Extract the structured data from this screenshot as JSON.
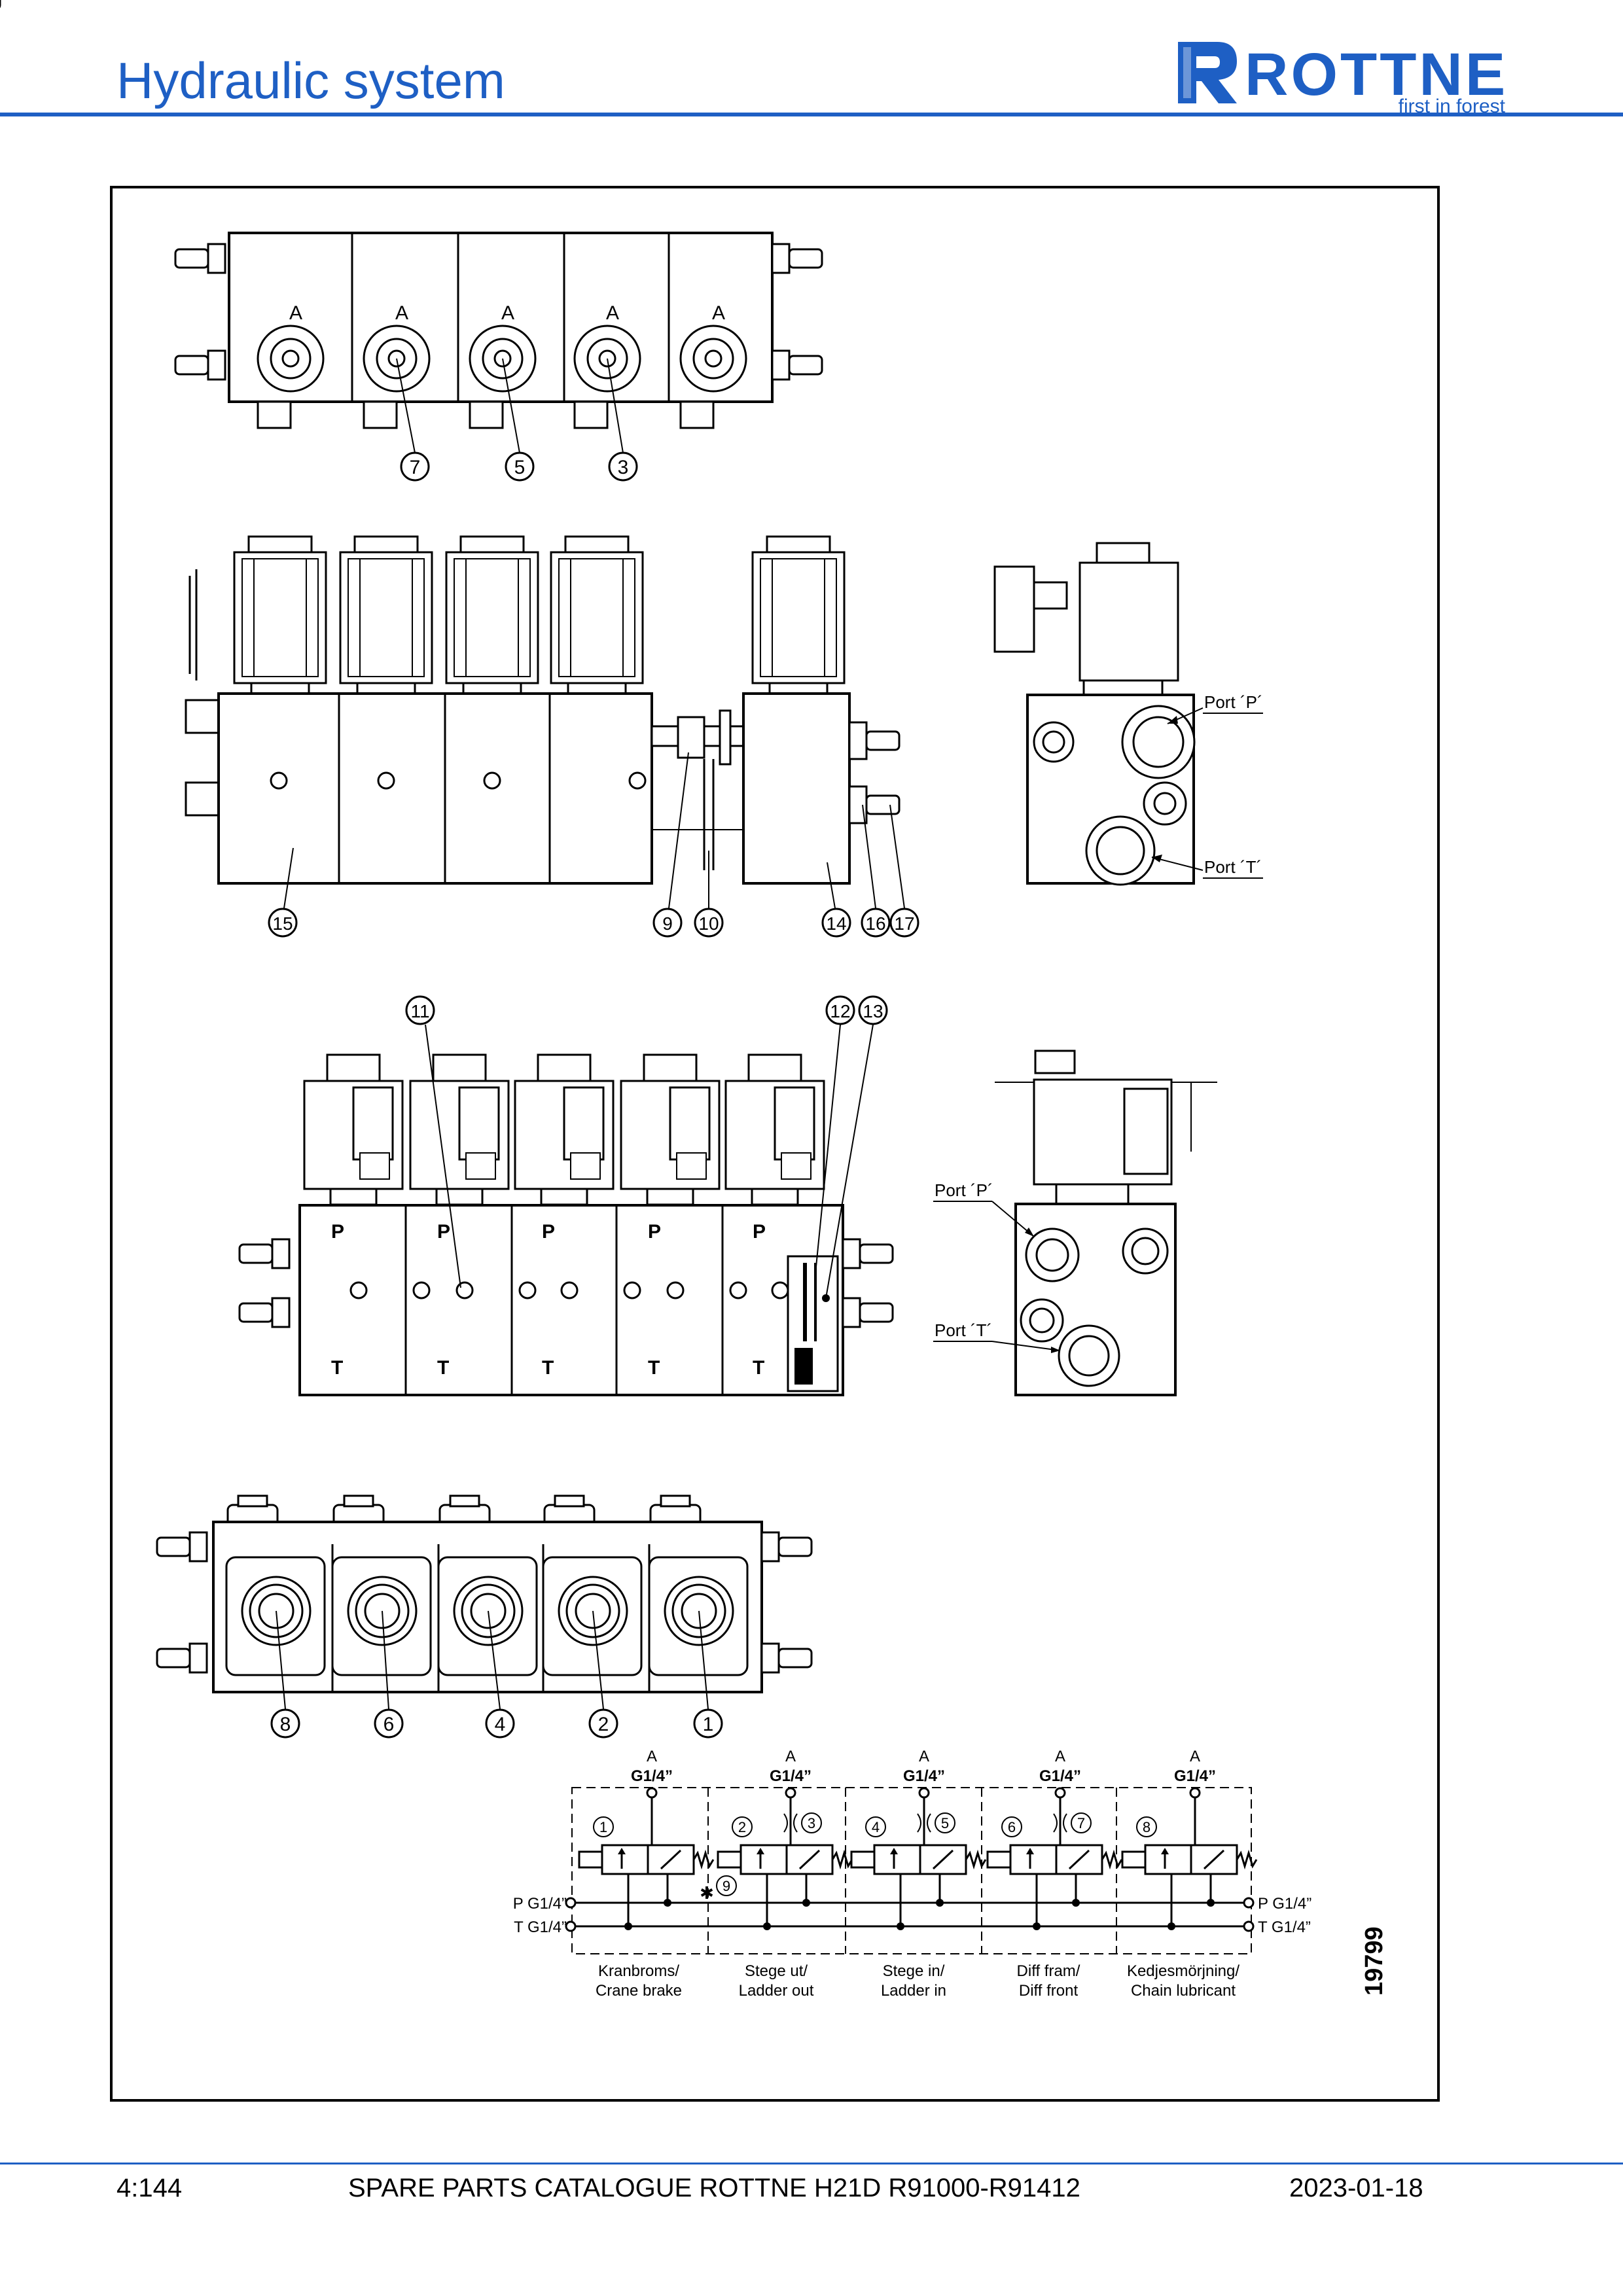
{
  "header": {
    "title": "Hydraulic system"
  },
  "logo": {
    "text": "ROTTNE",
    "tagline": "first in forest"
  },
  "drawing": {
    "top_view_port_label": "A",
    "callouts_top": [
      "7",
      "5",
      "3"
    ],
    "callouts_side": [
      "15",
      "9",
      "10",
      "14",
      "16",
      "17"
    ],
    "callouts_front": [
      "11",
      "12",
      "13"
    ],
    "callouts_bottom": [
      "8",
      "6",
      "4",
      "2",
      "1"
    ],
    "port_p": "Port ´P´",
    "port_t": "Port ´T´",
    "section_p": "P",
    "section_t": "T",
    "schematic": {
      "outlet_label": "A",
      "outlet_size": "G1/4”",
      "supply_p": "P G1/4”",
      "supply_t": "T G1/4”",
      "functions": [
        {
          "line1": "Kranbroms/",
          "line2": "Crane brake",
          "num": "1",
          "throttle": ""
        },
        {
          "line1": "Stege ut/",
          "line2": "Ladder out",
          "num": "2",
          "throttle": "3"
        },
        {
          "line1": "Stege in/",
          "line2": "Ladder in",
          "num": "4",
          "throttle": "5"
        },
        {
          "line1": "Diff fram/",
          "line2": "Diff front",
          "num": "6",
          "throttle": "7"
        },
        {
          "line1": "Kedjesmörjning/",
          "line2": "Chain lubricant",
          "num": "8",
          "throttle": ""
        }
      ],
      "check_valve_num": "9"
    },
    "drawing_number": "19799"
  },
  "footer": {
    "page": "4:144",
    "catalogue": "SPARE PARTS CATALOGUE ROTTNE H21D R91000-R91412",
    "date": "2023-01-18"
  },
  "colors": {
    "brand": "#1e5fc4"
  }
}
